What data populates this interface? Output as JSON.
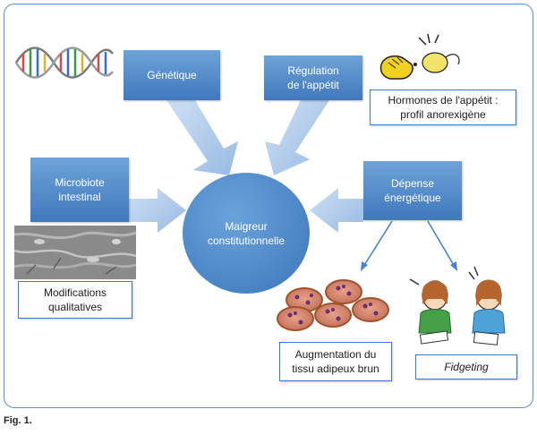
{
  "nodes": {
    "center": "Maigreur constitutionnelle",
    "genetique": "Génétique",
    "regulation_line1": "Régulation",
    "regulation_line2": "de l'appétit",
    "microbiote_line1": "Microbiote",
    "microbiote_line2": "intestinal",
    "depense_line1": "Dépense",
    "depense_line2": "énergétique"
  },
  "labels": {
    "hormones_line1": "Hormones de l'appétit :",
    "hormones_line2": "profil anorexigène",
    "modifications_line1": "Modifications",
    "modifications_line2": "qualitatives",
    "augmentation_line1": "Augmentation du",
    "augmentation_line2": "tissu adipeux brun",
    "fidgeting": "Fidgeting"
  },
  "caption": "Fig. 1.",
  "colors": {
    "box_blue": "#4a84c6",
    "arrow_blue": "#a9c6ea",
    "border_blue": "#3f78bd"
  }
}
